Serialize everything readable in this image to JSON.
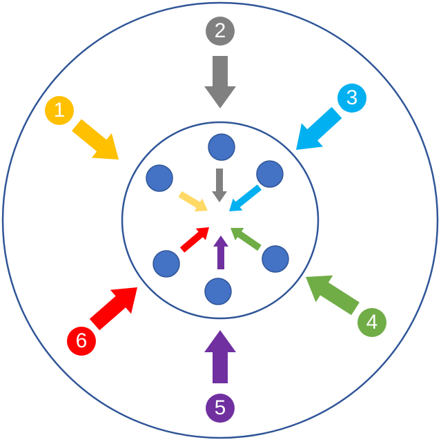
{
  "colors": {
    "ring": "#2F5597",
    "dot": "#4472C4",
    "dot_stroke": "#2F5597"
  },
  "steps": [
    {
      "label": "1",
      "color": "#FFC000",
      "inner_color": "#FFD966"
    },
    {
      "label": "2",
      "color": "#808080",
      "inner_color": "#808080"
    },
    {
      "label": "3",
      "color": "#00B0F0",
      "inner_color": "#00B0F0"
    },
    {
      "label": "4",
      "color": "#70AD47",
      "inner_color": "#70AD47"
    },
    {
      "label": "5",
      "color": "#7030A0",
      "inner_color": "#7030A0"
    },
    {
      "label": "6",
      "color": "#FF0000",
      "inner_color": "#FF0000"
    }
  ]
}
